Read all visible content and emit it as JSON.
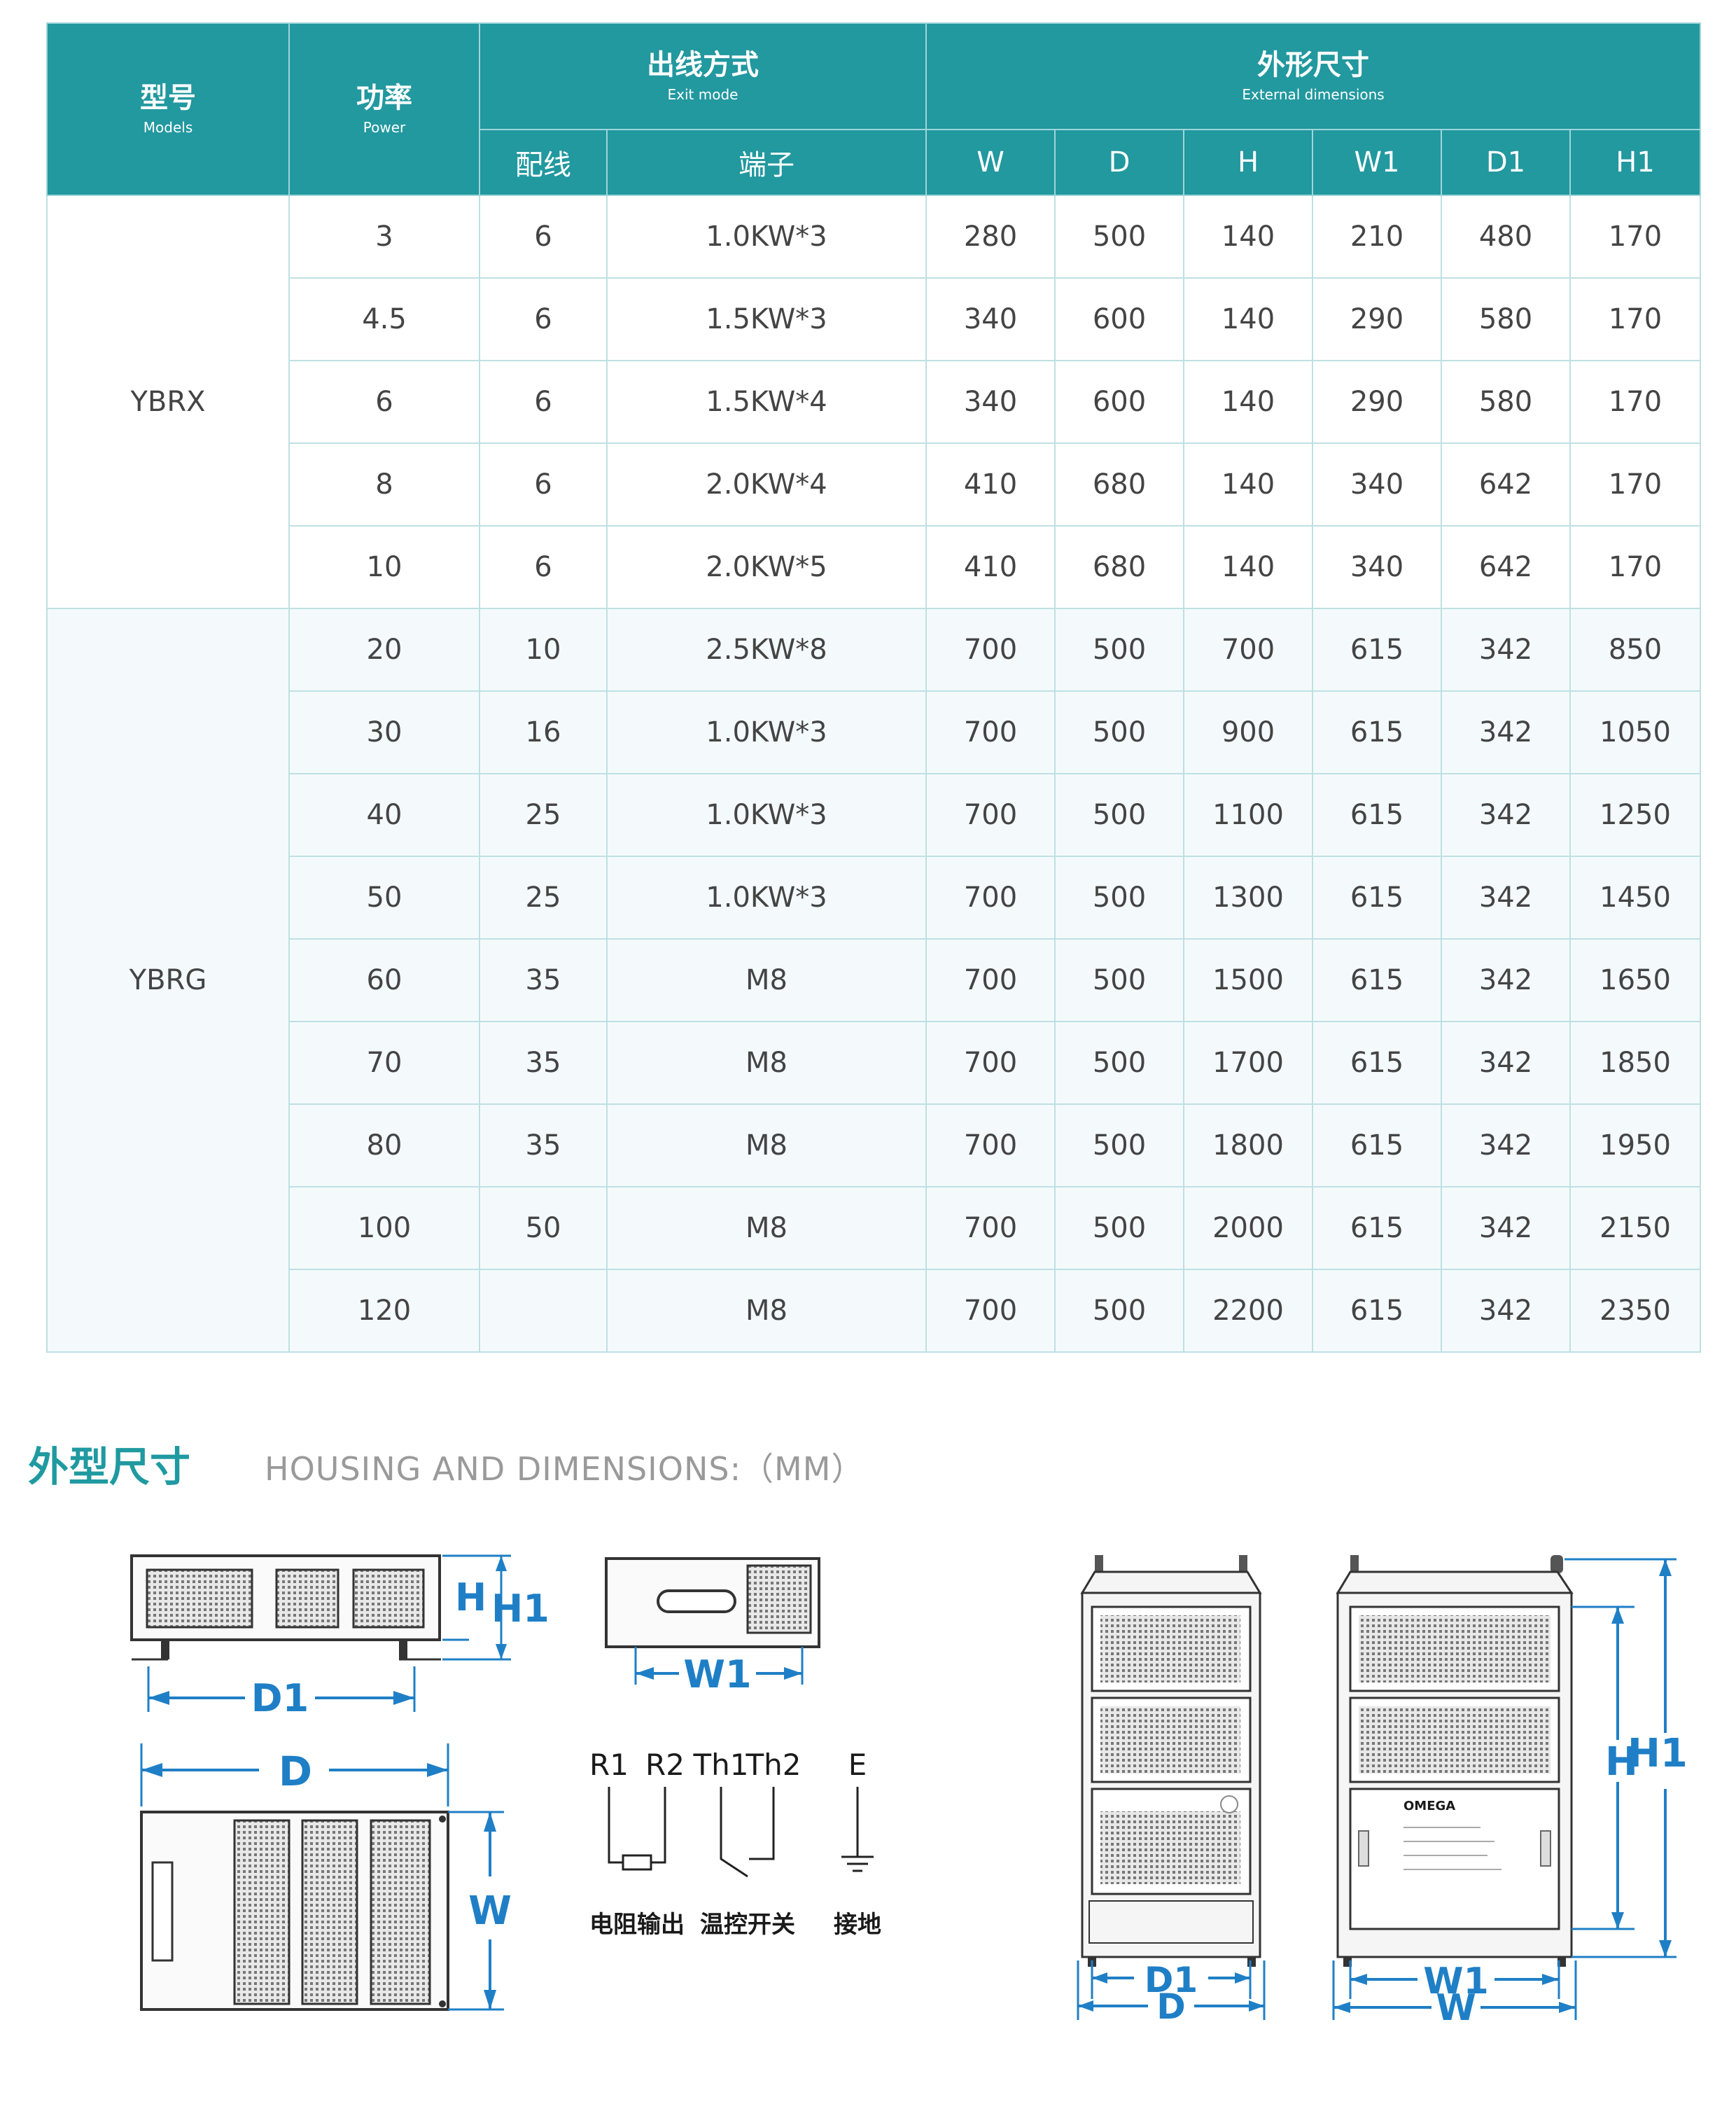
{
  "table": {
    "headers": {
      "model_zh": "型号",
      "model_en": "Models",
      "power_zh": "功率",
      "power_en": "Power",
      "exit_zh": "出线方式",
      "exit_en": "Exit mode",
      "dims_zh": "外形尺寸",
      "dims_en": "External dimensions",
      "wiring": "配线",
      "terminal": "端子",
      "w": "W",
      "d": "D",
      "h": "H",
      "w1": "W1",
      "d1": "D1",
      "h1": "H1"
    },
    "groups": {
      "ybrx": "YBRX",
      "ybrg": "YBRG"
    },
    "rows": [
      [
        "3",
        "6",
        "1.0KW*3",
        "280",
        "500",
        "140",
        "210",
        "480",
        "170"
      ],
      [
        "4.5",
        "6",
        "1.5KW*3",
        "340",
        "600",
        "140",
        "290",
        "580",
        "170"
      ],
      [
        "6",
        "6",
        "1.5KW*4",
        "340",
        "600",
        "140",
        "290",
        "580",
        "170"
      ],
      [
        "8",
        "6",
        "2.0KW*4",
        "410",
        "680",
        "140",
        "340",
        "642",
        "170"
      ],
      [
        "10",
        "6",
        "2.0KW*5",
        "410",
        "680",
        "140",
        "340",
        "642",
        "170"
      ],
      [
        "20",
        "10",
        "2.5KW*8",
        "700",
        "500",
        "700",
        "615",
        "342",
        "850"
      ],
      [
        "30",
        "16",
        "1.0KW*3",
        "700",
        "500",
        "900",
        "615",
        "342",
        "1050"
      ],
      [
        "40",
        "25",
        "1.0KW*3",
        "700",
        "500",
        "1100",
        "615",
        "342",
        "1250"
      ],
      [
        "50",
        "25",
        "1.0KW*3",
        "700",
        "500",
        "1300",
        "615",
        "342",
        "1450"
      ],
      [
        "60",
        "35",
        "M8",
        "700",
        "500",
        "1500",
        "615",
        "342",
        "1650"
      ],
      [
        "70",
        "35",
        "M8",
        "700",
        "500",
        "1700",
        "615",
        "342",
        "1850"
      ],
      [
        "80",
        "35",
        "M8",
        "700",
        "500",
        "1800",
        "615",
        "342",
        "1950"
      ],
      [
        "100",
        "50",
        "M8",
        "700",
        "500",
        "2000",
        "615",
        "342",
        "2150"
      ],
      [
        "120",
        "",
        "M8",
        "700",
        "500",
        "2200",
        "615",
        "342",
        "2350"
      ]
    ]
  },
  "section": {
    "title_zh": "外型尺寸",
    "title_en": "HOUSING AND DIMENSIONS:（MM）"
  },
  "drawings": {
    "labels": {
      "h": "H",
      "h1": "H1",
      "d": "D",
      "d1": "D1",
      "w": "W",
      "w1": "W1",
      "r1": "R1",
      "r2": "R2",
      "th1": "Th1",
      "th2": "Th2",
      "e": "E",
      "resistor_output": "电阻输出",
      "temp_switch": "温控开关",
      "ground": "接地",
      "brand": "OMEGA"
    }
  },
  "colors": {
    "header_teal": "#22989f",
    "dimension_blue": "#1f7fc6",
    "title_teal": "#1f9aa0"
  }
}
